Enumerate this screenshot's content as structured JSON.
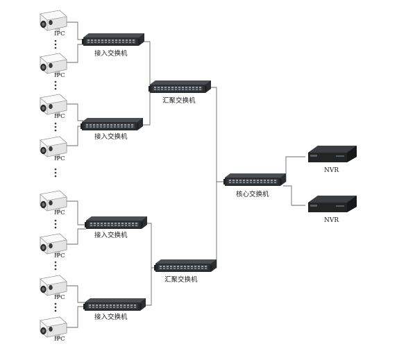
{
  "ipc_label": "IPC",
  "access_label": "接入交换机",
  "aggregation_label": "汇聚交换机",
  "core_label": "核心交换机",
  "nvr_label": "NVR",
  "colors": {
    "switch_body": "#2b2d30",
    "switch_face": "#3c3f44",
    "camera_body": "#f2f2f2",
    "nvr_body": "#222426",
    "wire": "#6a6a6a"
  },
  "icons": [
    "ip-camera-icon",
    "network-switch-icon",
    "nvr-recorder-icon",
    "ellipsis-dots"
  ]
}
